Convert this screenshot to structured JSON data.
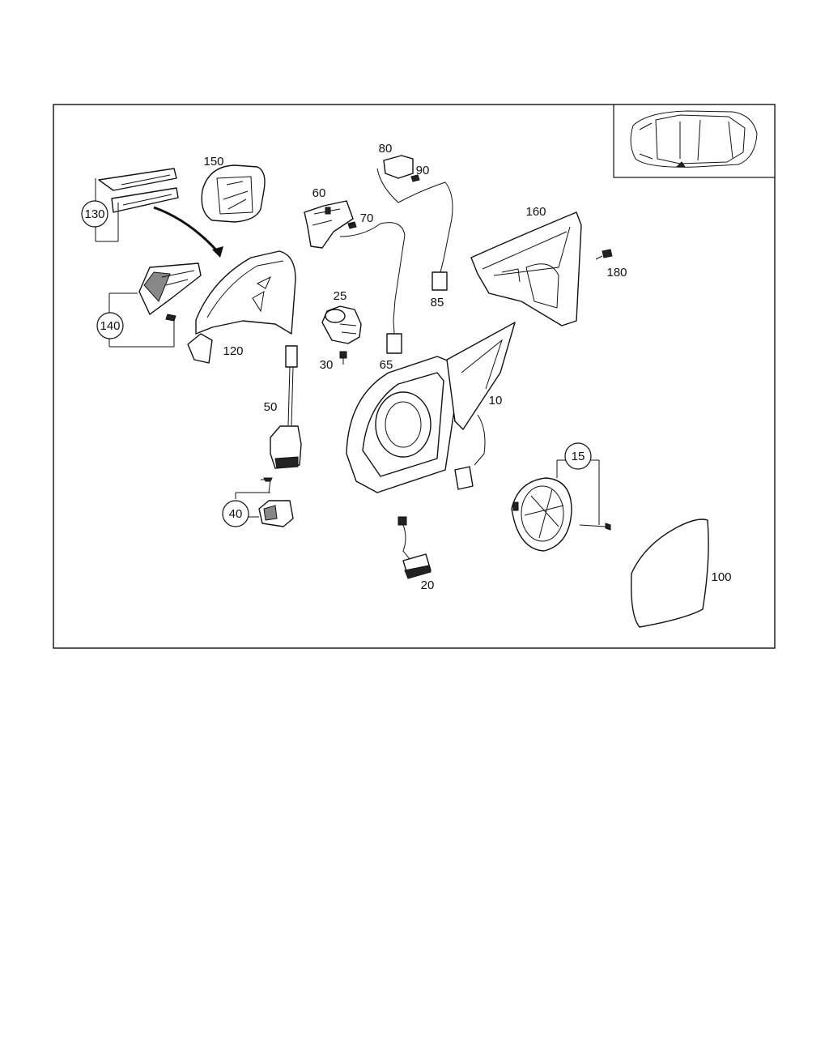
{
  "labels": {
    "l10": "10",
    "l15": "15",
    "l20": "20",
    "l25": "25",
    "l30": "30",
    "l40": "40",
    "l50": "50",
    "l60": "60",
    "l65": "65",
    "l70": "70",
    "l80": "80",
    "l85": "85",
    "l90": "90",
    "l100": "100",
    "l120": "120",
    "l130": "130",
    "l140": "140",
    "l150": "150",
    "l160": "160",
    "l180": "180"
  }
}
